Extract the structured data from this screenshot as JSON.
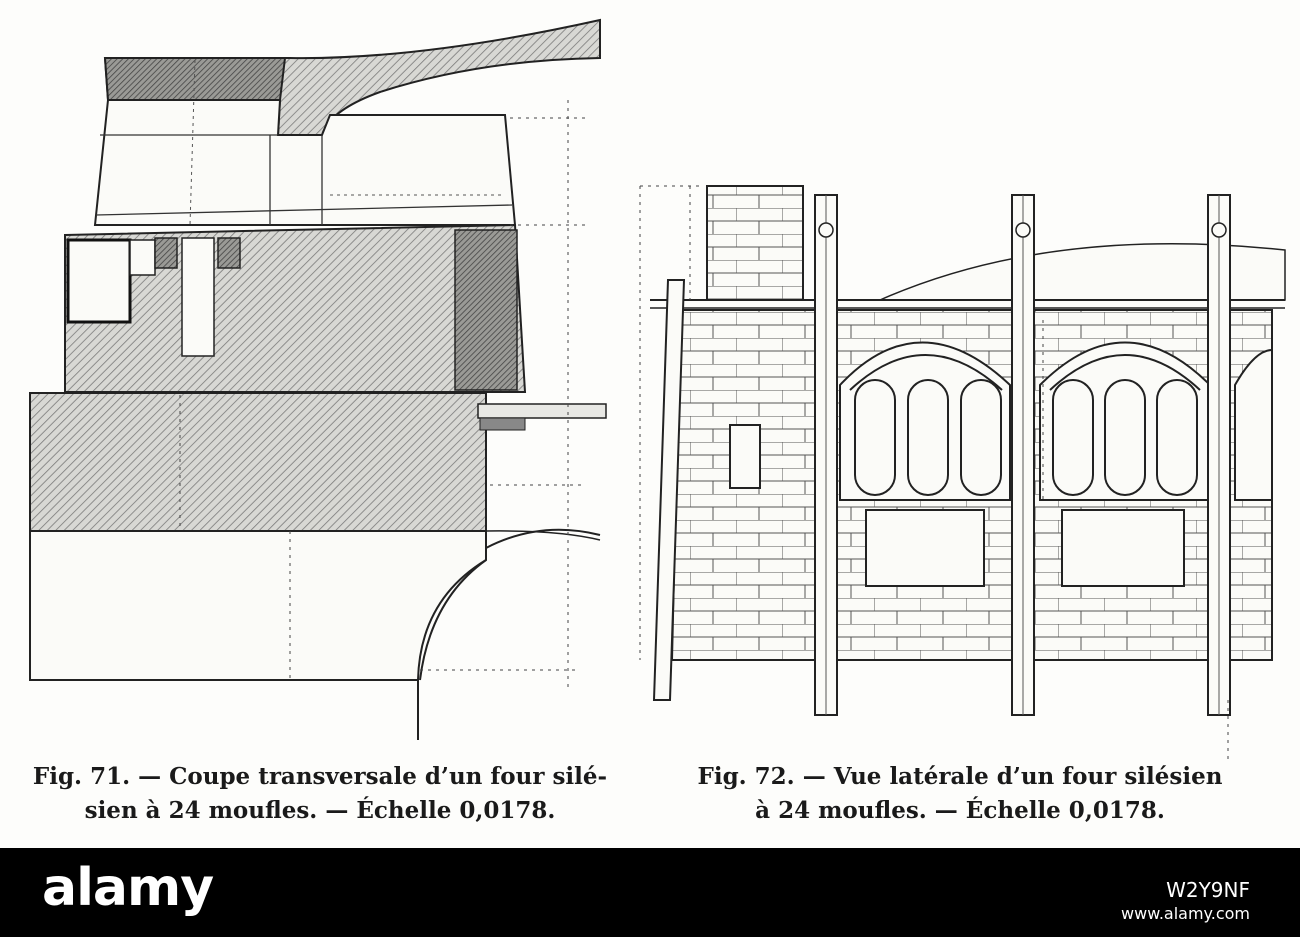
{
  "figure_71": {
    "caption_line1": "Fig. 71. — Coupe transversale d’un four silé-",
    "caption_line2": "sien à 24 moufles. — Échelle 0,0178."
  },
  "figure_72": {
    "caption_line1": "Fig.  72.  — Vue latérale d’un four silésien",
    "caption_line2": "à 24 moufles. — Échelle 0,0178."
  },
  "banner": {
    "logo": "alamy",
    "image_id": "W2Y9NF",
    "url": "www.alamy.com",
    "background_color": "#000000",
    "text_color": "#ffffff"
  }
}
